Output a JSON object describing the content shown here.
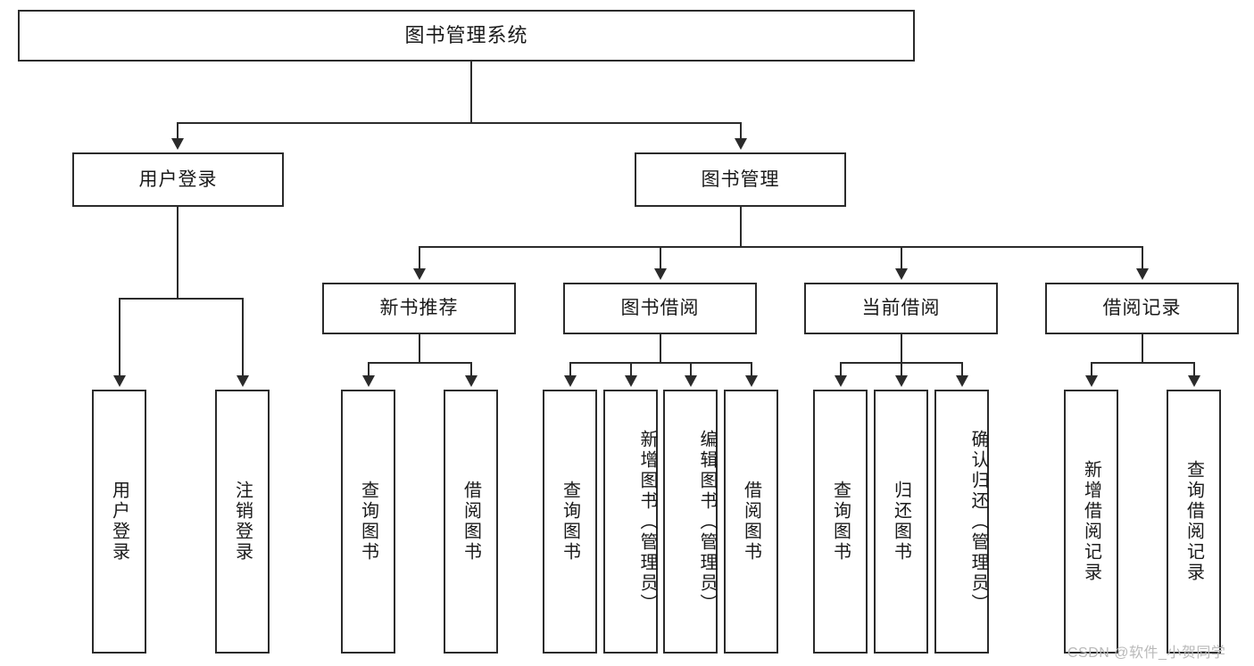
{
  "diagram": {
    "title": "图书管理系统",
    "watermark": "CSDN @软件_小贺同学",
    "colors": {
      "border": "#2b2b2b",
      "background": "#ffffff",
      "text": "#1a1a1a",
      "watermark": "#b9b9b9"
    },
    "nodes": {
      "root": "图书管理系统",
      "level1": {
        "user_login": "用户登录",
        "book_management": "图书管理"
      },
      "level2": {
        "new_book_recommend": "新书推荐",
        "book_borrow": "图书借阅",
        "current_borrow": "当前借阅",
        "borrow_record": "借阅记录"
      },
      "leaves": {
        "user_login_1": "用户登录",
        "user_login_2": "注销登录",
        "recommend_1": "查询图书",
        "recommend_2": "借阅图书",
        "borrow_1": "查询图书",
        "borrow_2": "新增图书（管理员）",
        "borrow_3": "编辑图书（管理员）",
        "borrow_4": "借阅图书",
        "current_1": "查询图书",
        "current_2": "归还图书",
        "current_3": "确认归还（管理员）",
        "record_1": "新增借阅记录",
        "record_2": "查询借阅记录"
      }
    }
  }
}
